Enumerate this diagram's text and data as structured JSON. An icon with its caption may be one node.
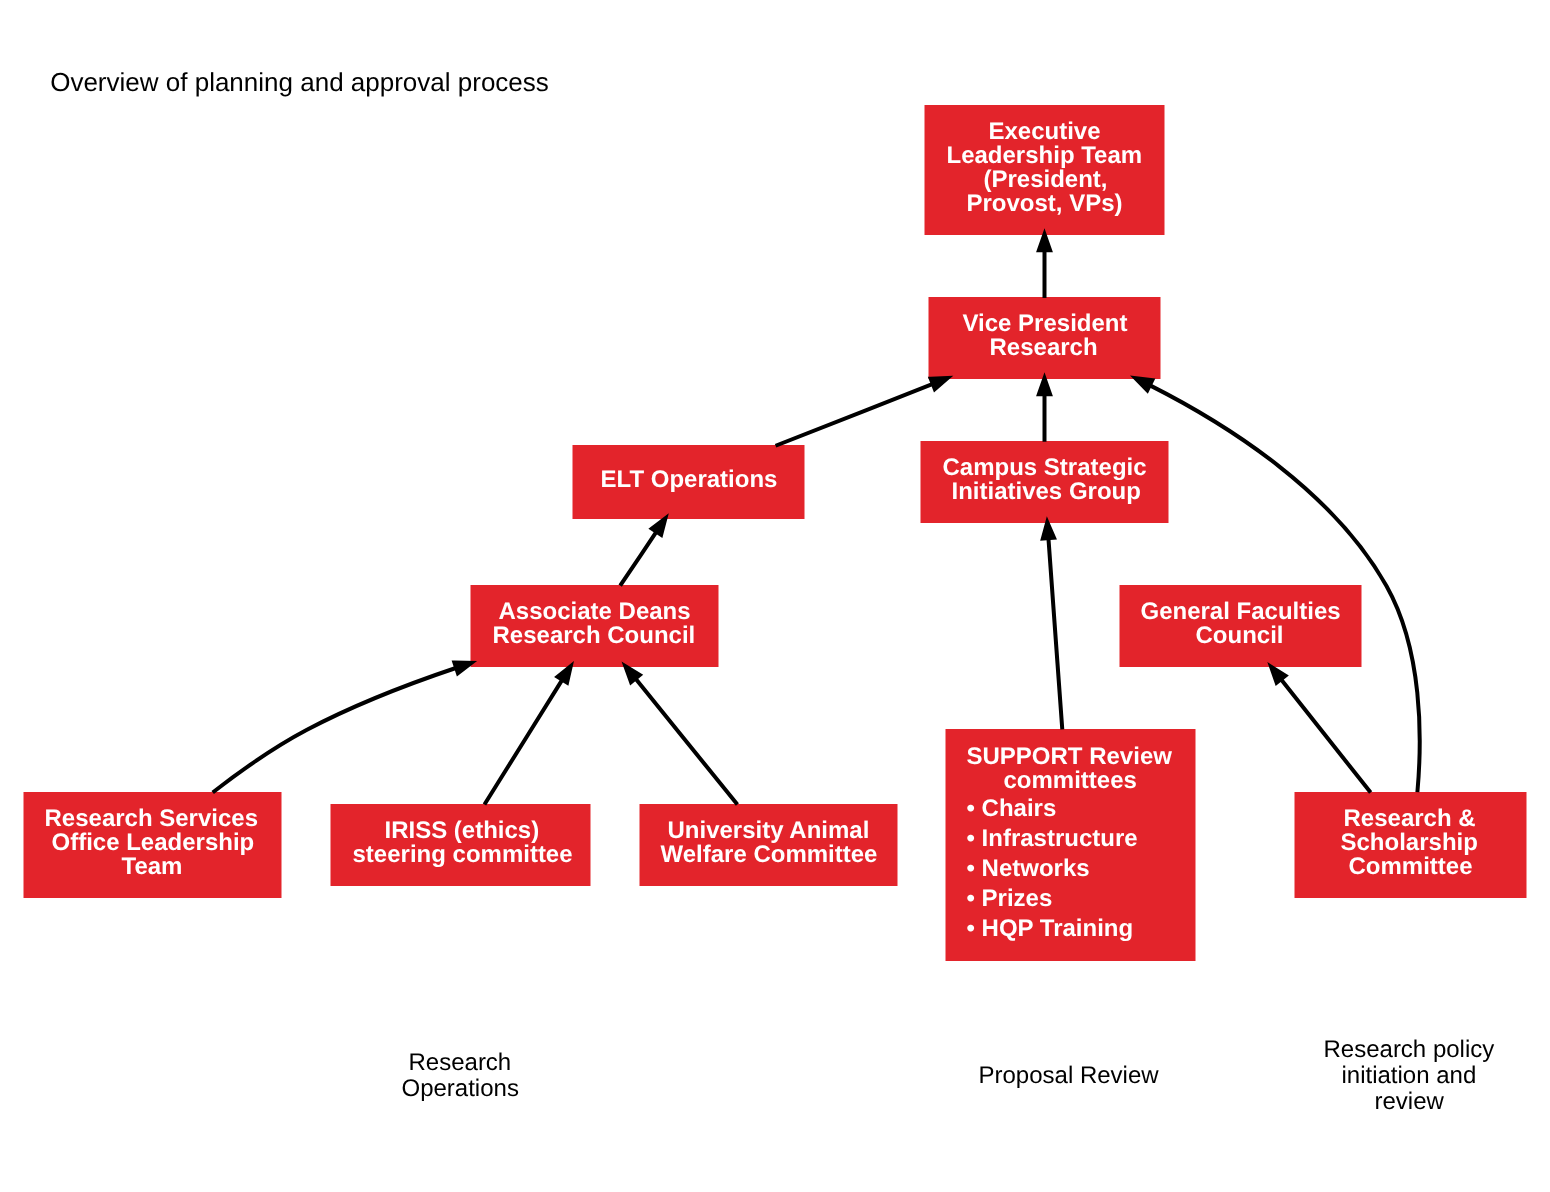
{
  "diagram": {
    "title": "Overview of planning and approval process",
    "nodes": [
      {
        "text": [
          "Executive Leadership Team (President, Provost, VPs)"
        ]
      },
      {
        "text": [
          "General Faculties Council"
        ]
      },
      {
        "text": [
          "Vice President Research"
        ]
      },
      {
        "text": [
          "ELT Operations"
        ]
      },
      {
        "text": [
          "Campus Strategic Initiatives Group"
        ]
      },
      {
        "text": [
          "Associate Deans Research Council"
        ]
      },
      {
        "text": [
          "SUPPORT Review committees",
          "• Chairs",
          "• Infrastructure",
          "• Networks",
          "• Prizes",
          "• HQP Training"
        ]
      },
      {
        "text": [
          "Research & Scholarship Committee"
        ]
      },
      {
        "text": [
          "Research Services Office Leadership Team"
        ]
      },
      {
        "text": [
          "IRISS (ethics) steering committee"
        ]
      },
      {
        "text": [
          "University Animal Welfare Committee"
        ]
      }
    ],
    "edges": [
      {
        "from": 7,
        "to": 1,
        "arrow": "to"
      },
      {
        "from": 7,
        "to": 2,
        "arrow": "to"
      },
      {
        "from": 2,
        "to": 0,
        "arrow": "to"
      },
      {
        "from": 3,
        "to": 2,
        "arrow": "to"
      },
      {
        "from": 5,
        "to": 3,
        "arrow": "to"
      },
      {
        "from": 8,
        "to": 5,
        "arrow": "to"
      },
      {
        "from": 9,
        "to": 5,
        "arrow": "to"
      },
      {
        "from": 10,
        "to": 5,
        "arrow": "to"
      },
      {
        "from": 4,
        "to": 2,
        "arrow": "to"
      },
      {
        "from": 6,
        "to": 4,
        "arrow": "to"
      }
    ],
    "labels": [
      "Research policy initiation and review",
      "Research Operations",
      "Proposal Review"
    ]
  }
}
